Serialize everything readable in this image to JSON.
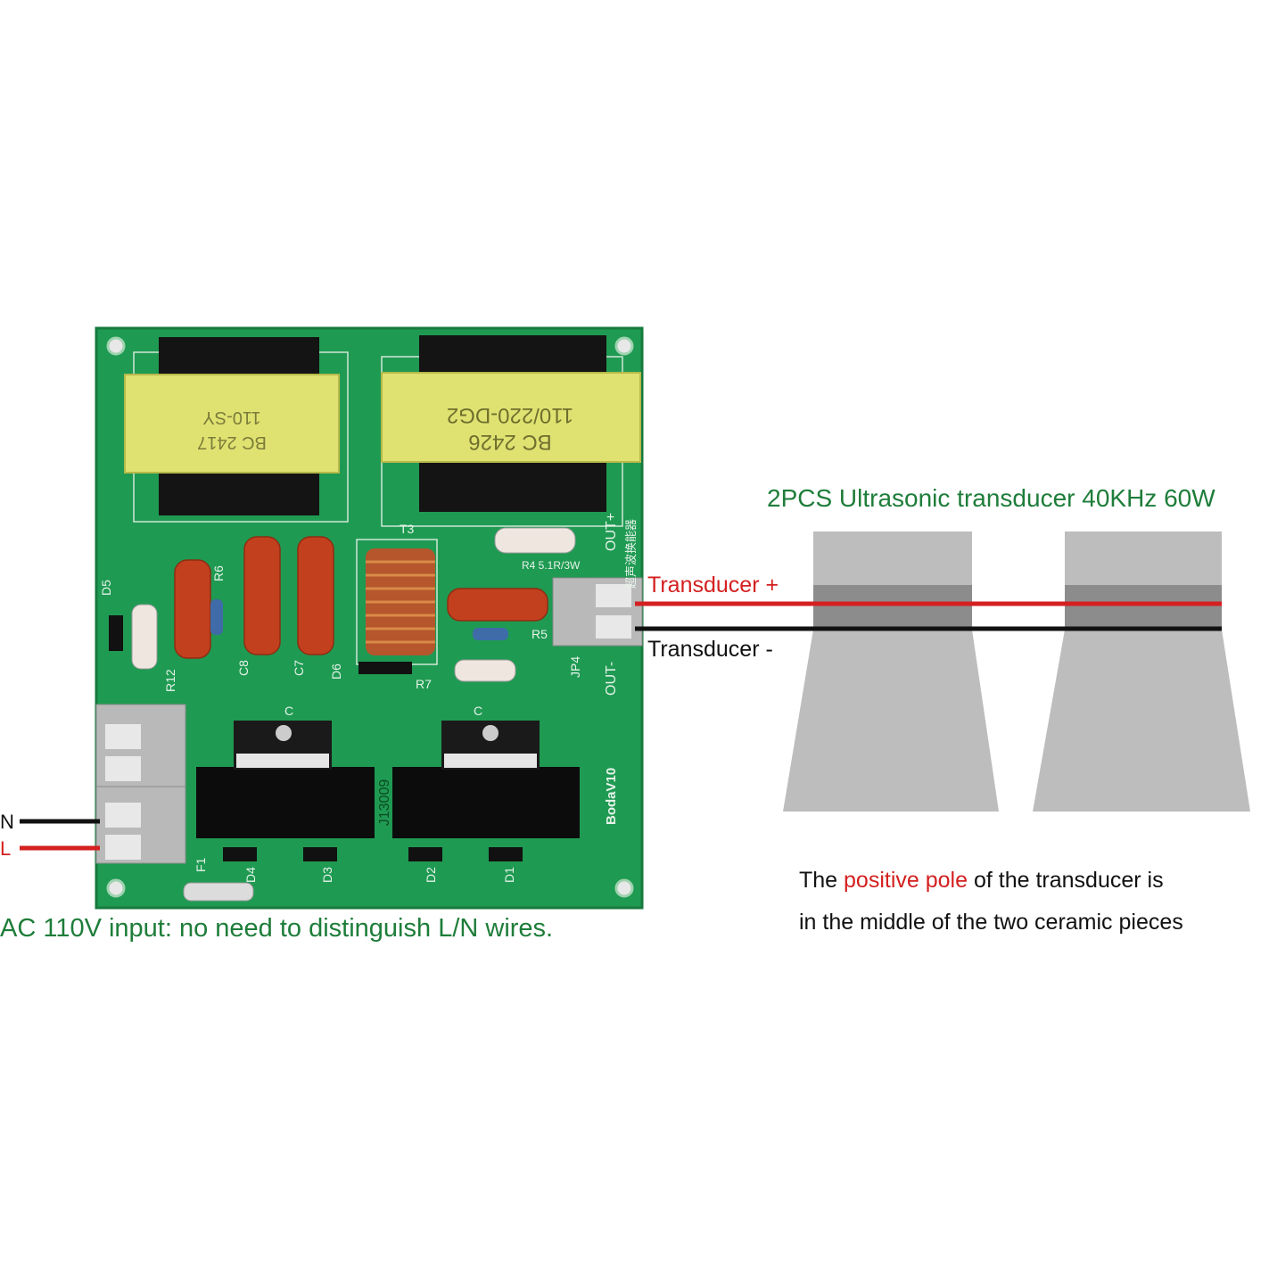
{
  "wires": {
    "neutral_label": "N",
    "live_label": "L",
    "neutral_color": "#111111",
    "live_color": "#d42020"
  },
  "board": {
    "t1": {
      "line1": "110-SY",
      "line2": "BC 2417"
    },
    "t2": {
      "line1": "110/220-DG2",
      "line2": "BC 2426"
    },
    "r4_label": "R4 5.1R/3W",
    "out_plus": "OUT+",
    "out_minus": "OUT-",
    "jp4": "JP4",
    "chip_label": "J13009",
    "brand": "BodaV10",
    "cn_label": "超声波换能器",
    "silkscreen": [
      "D5",
      "R6",
      "R12",
      "C8",
      "C7",
      "D6",
      "T3",
      "R5",
      "R7",
      "F1",
      "D4",
      "D3",
      "D2",
      "D1"
    ],
    "heatsink_label": "C",
    "colors": {
      "pcb": "#1f9a52",
      "pcb_dark": "#167a3e",
      "transformer": "#dfe271",
      "capacitor": "#c2401e",
      "terminal": "#b9b9b9"
    }
  },
  "input_caption": "AC 110V input: no need to distinguish L/N wires.",
  "transducer": {
    "title": "2PCS Ultrasonic transducer 40KHz 60W",
    "plus_label": "Transducer +",
    "minus_label": "Transducer -",
    "body_color": "#bdbdbd",
    "ring_color": "#8c8c8c"
  },
  "note": {
    "line1_a": "The ",
    "line1_highlight": "positive pole",
    "line1_b": " of the transducer is",
    "line2": "in the middle of the two ceramic pieces"
  }
}
